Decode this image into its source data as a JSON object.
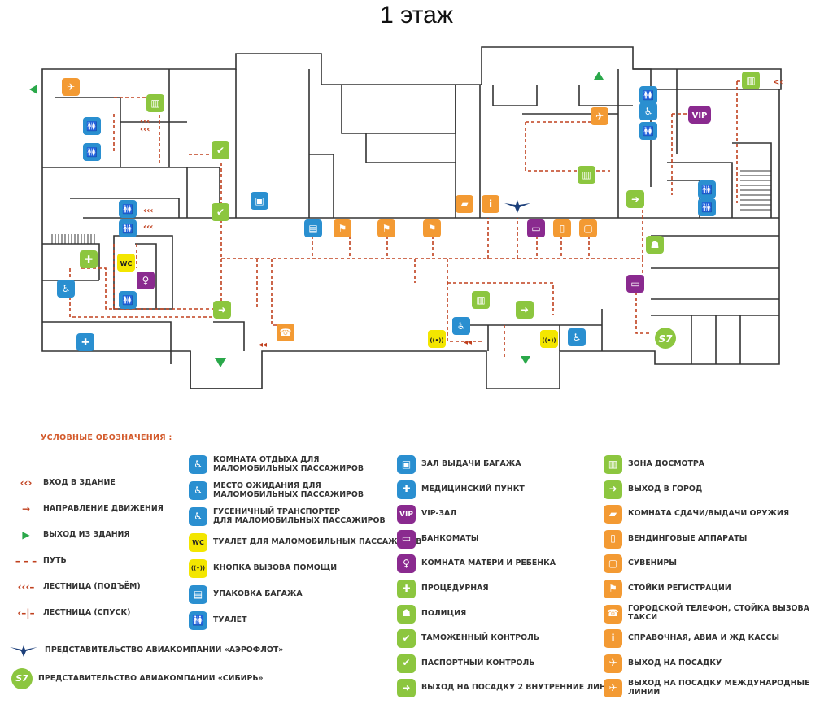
{
  "title": "1 этаж",
  "colors": {
    "blue": "#2a8fd0",
    "green": "#8cc63f",
    "orange": "#f39a33",
    "purple": "#8a2a8f",
    "yellow": "#f3e600",
    "path": "#c0401e",
    "exit": "#2aa84a",
    "wall": "#333333"
  },
  "legend": {
    "heading": "УСЛОВНЫЕ ОБОЗНАЧЕНИЯ :",
    "symbols": {
      "entry": "ВХОД В ЗДАНИЕ",
      "direction": "НАПРАВЛЕНИЕ ДВИЖЕНИЯ",
      "exit": "ВЫХОД ИЗ ЗДАНИЯ",
      "path": "ПУТЬ",
      "stairs_up": "ЛЕСТНИЦА (ПОДЪЁМ)",
      "stairs_down": "ЛЕСТНИЦА (СПУСК)",
      "aeroflot": "ПРЕДСТАВИТЕЛЬСТВО АВИАКОМПАНИИ «АЭРОФЛОТ»",
      "sibir": "ПРЕДСТАВИТЕЛЬСТВО АВИАКОМПАНИИ «СИБИРЬ»"
    },
    "s7_mark": "S7",
    "col2": [
      {
        "label": "КОМНАТА ОТДЫХА ДЛЯ\nМАЛОМОБИЛЬНЫХ ПАССАЖИРОВ",
        "icon": "rest-room-icon",
        "glyph": "♿"
      },
      {
        "label": "МЕСТО ОЖИДАНИЯ ДЛЯ\nМАЛОМОБИЛЬНЫХ ПАССАЖИРОВ",
        "icon": "waiting-area-icon",
        "glyph": "♿"
      },
      {
        "label": "ГУСЕНИЧНЫЙ ТРАНСПОРТЕР\nДЛЯ МАЛОМОБИЛЬНЫХ ПАССАЖИРОВ",
        "icon": "stair-climber-icon",
        "glyph": "♿"
      },
      {
        "label": "ТУАЛЕТ ДЛЯ МАЛОМОБИЛЬНЫХ ПАССАЖИРОВ",
        "icon": "accessible-wc-icon",
        "glyph": "WC"
      },
      {
        "label": "КНОПКА ВЫЗОВА ПОМОЩИ",
        "icon": "help-button-icon",
        "glyph": "((•))"
      },
      {
        "label": "УПАКОВКА БАГАЖА",
        "icon": "baggage-wrap-icon",
        "glyph": "▤"
      },
      {
        "label": "ТУАЛЕТ",
        "icon": "toilet-icon",
        "glyph": "🚻"
      }
    ],
    "col3": [
      {
        "label": "ЗАЛ ВЫДАЧИ БАГАЖА",
        "icon": "baggage-claim-icon",
        "glyph": "▣"
      },
      {
        "label": "МЕДИЦИНСКИЙ ПУНКТ",
        "icon": "medical-icon",
        "glyph": "✚"
      },
      {
        "label": "VIP-ЗАЛ",
        "icon": "vip-icon",
        "glyph": "VIP"
      },
      {
        "label": "БАНКОМАТЫ",
        "icon": "atm-icon",
        "glyph": "▭"
      },
      {
        "label": "КОМНАТА МАТЕРИ И РЕБЕНКА",
        "icon": "mother-child-icon",
        "glyph": "♀"
      },
      {
        "label": "ПРОЦЕДУРНАЯ",
        "icon": "treatment-room-icon",
        "glyph": "✚"
      },
      {
        "label": "ПОЛИЦИЯ",
        "icon": "police-icon",
        "glyph": "☗"
      },
      {
        "label": "ТАМОЖЕННЫЙ КОНТРОЛЬ",
        "icon": "customs-icon",
        "glyph": "✔"
      },
      {
        "label": "ПАСПОРТНЫЙ КОНТРОЛЬ",
        "icon": "passport-control-icon",
        "glyph": "✔"
      },
      {
        "label": "ВЫХОД НА ПОСАДКУ 2 ВНУТРЕННИЕ ЛИНИИ",
        "icon": "domestic-gate-icon",
        "glyph": "➜"
      }
    ],
    "col4": [
      {
        "label": "ЗОНА ДОСМОТРА",
        "icon": "security-zone-icon",
        "glyph": "▥"
      },
      {
        "label": "ВЫХОД В ГОРОД",
        "icon": "city-exit-icon",
        "glyph": "➜"
      },
      {
        "label": "КОМНАТА СДАЧИ/ВЫДАЧИ ОРУЖИЯ",
        "icon": "weapons-room-icon",
        "glyph": "▰"
      },
      {
        "label": "ВЕНДИНГОВЫЕ АППАРАТЫ",
        "icon": "vending-icon",
        "glyph": "▯"
      },
      {
        "label": "СУВЕНИРЫ",
        "icon": "souvenirs-icon",
        "glyph": "▢"
      },
      {
        "label": "СТОЙКИ РЕГИСТРАЦИИ",
        "icon": "checkin-icon",
        "glyph": "⚑"
      },
      {
        "label": "ГОРОДСКОЙ ТЕЛЕФОН, СТОЙКА ВЫЗОВА ТАКСИ",
        "icon": "taxi-phone-icon",
        "glyph": "☎"
      },
      {
        "label": "СПРАВОЧНАЯ, АВИА И ЖД КАССЫ",
        "icon": "info-icon",
        "glyph": "i"
      },
      {
        "label": "ВЫХОД НА ПОСАДКУ",
        "icon": "boarding-icon",
        "glyph": "✈"
      },
      {
        "label": "ВЫХОД НА ПОСАДКУ МЕЖДУНАРОДНЫЕ ЛИНИИ",
        "icon": "international-boarding-icon",
        "glyph": "✈"
      }
    ]
  },
  "map": {
    "vip_label": "VIP",
    "wc_label": "WC",
    "s7_label": "S7",
    "help_label": "((•))"
  }
}
